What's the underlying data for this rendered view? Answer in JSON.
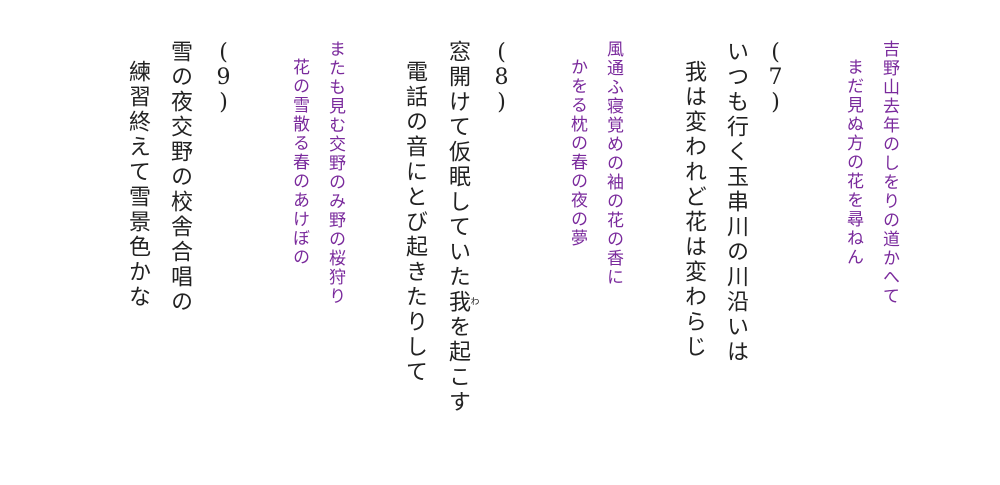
{
  "colors": {
    "poem": "#7a2a9c",
    "verse": "#222222"
  },
  "poem_a": {
    "line1": "吉野山去年のしをりの道かへて",
    "line2": "まだ見ぬ方の花を尋ねん"
  },
  "section7": {
    "number": "(7)",
    "line1": "いつも行く玉串川の川沿いは",
    "line2": "我は変われど花は変わらじ"
  },
  "poem_b": {
    "line1": "風通ふ寝覚めの袖の花の香に",
    "line2": "かをる枕の春の夜の夢"
  },
  "section8": {
    "number": "(8)",
    "line1_before": "窓開けて仮眠していた",
    "line1_ruby_base": "我",
    "line1_ruby_text": "わ",
    "line1_after": "を起こす",
    "line2": "電話の音にとび起きたりして"
  },
  "poem_c": {
    "line1": "またも見む交野のみ野の桜狩り",
    "line2": "花の雪散る春のあけぼの"
  },
  "section9": {
    "number": "(9)",
    "line1": "雪の夜交野の校舎合唱の",
    "line2": "練習終えて雪景色かな"
  }
}
